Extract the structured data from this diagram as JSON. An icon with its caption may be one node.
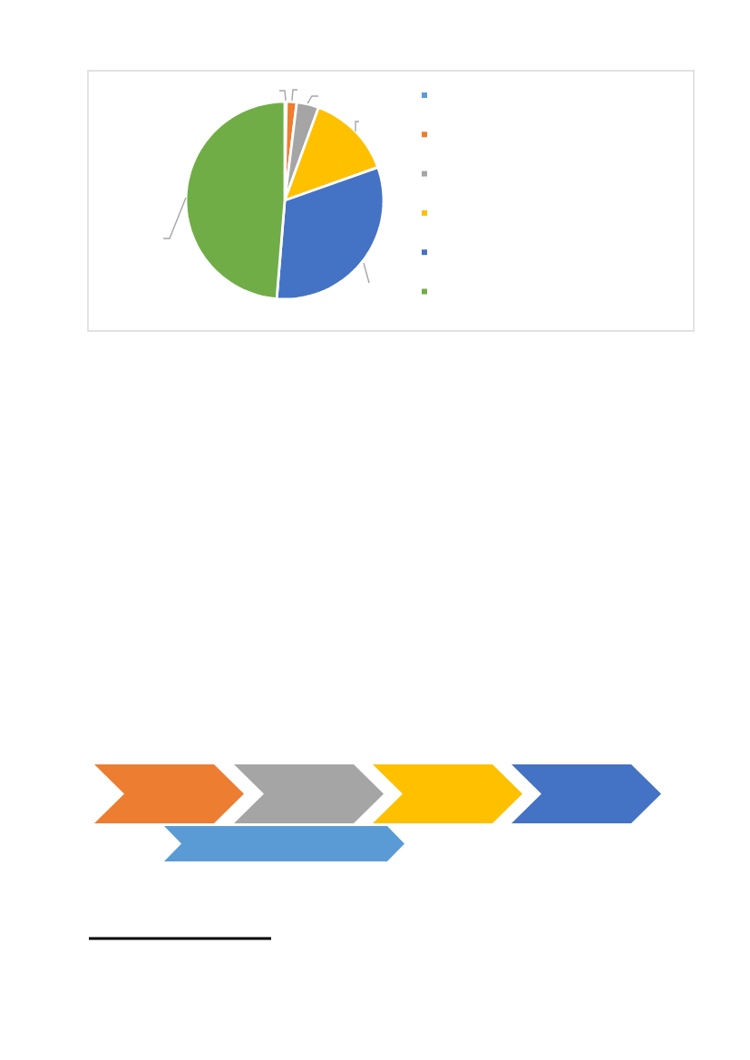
{
  "diagram": {
    "nodes": [
      {
        "text": [],
        "shape": "chevron"
      },
      {
        "text": [],
        "shape": "chevron"
      },
      {
        "text": [],
        "shape": "chevron"
      },
      {
        "text": [],
        "shape": "chevron"
      },
      {
        "text": [],
        "shape": "chevron"
      }
    ]
  }
}
